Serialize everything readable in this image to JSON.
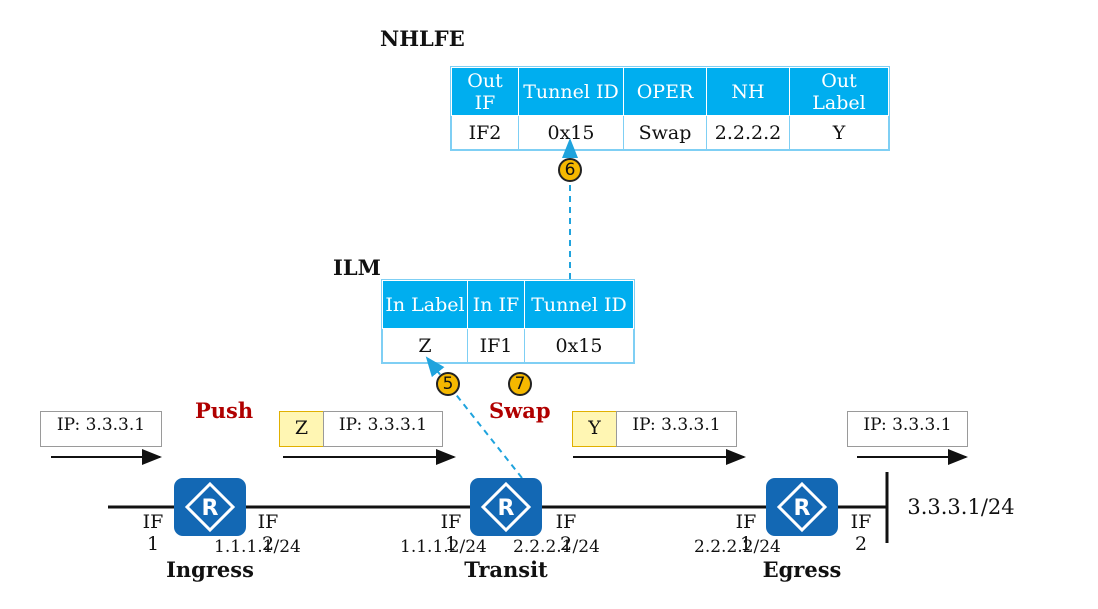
{
  "nhlfe": {
    "title": "NHLFE",
    "headers": [
      "Out IF",
      "Tunnel ID",
      "OPER",
      "NH",
      "Out Label"
    ],
    "row": [
      "IF2",
      "0x15",
      "Swap",
      "2.2.2.2",
      "Y"
    ]
  },
  "ilm": {
    "title": "ILM",
    "headers": [
      "In Label",
      "In IF",
      "Tunnel ID"
    ],
    "row": [
      "Z",
      "IF1",
      "0x15"
    ]
  },
  "steps": [
    "5",
    "6",
    "7"
  ],
  "operations": {
    "push": "Push",
    "swap": "Swap"
  },
  "packets": [
    {
      "ip": "IP: 3.3.3.1"
    },
    {
      "label": "Z",
      "ip": "IP: 3.3.3.1"
    },
    {
      "label": "Y",
      "ip": "IP: 3.3.3.1"
    },
    {
      "ip": "IP: 3.3.3.1"
    }
  ],
  "routers": [
    {
      "name": "Ingress",
      "icon": "router-icon",
      "left_if": "IF 1",
      "right_if": "IF 2",
      "right_addr": "1.1.1.1/24"
    },
    {
      "name": "Transit",
      "icon": "router-icon",
      "left_if": "IF 1",
      "right_if": "IF 2",
      "left_addr": "1.1.1.2/24",
      "right_addr": "2.2.2.1/24"
    },
    {
      "name": "Egress",
      "icon": "router-icon",
      "left_if": "IF 1",
      "right_if": "IF 2",
      "left_addr": "2.2.2.2/24"
    }
  ],
  "destination": "3.3.3.1/24",
  "colors": {
    "table_header": "#00AEEF",
    "router": "#1368B4",
    "operation_text": "#B00000",
    "step_badge": "#F5B800",
    "label_box": "#FFF6B3",
    "dashed_arrow": "#1FA3DD"
  }
}
